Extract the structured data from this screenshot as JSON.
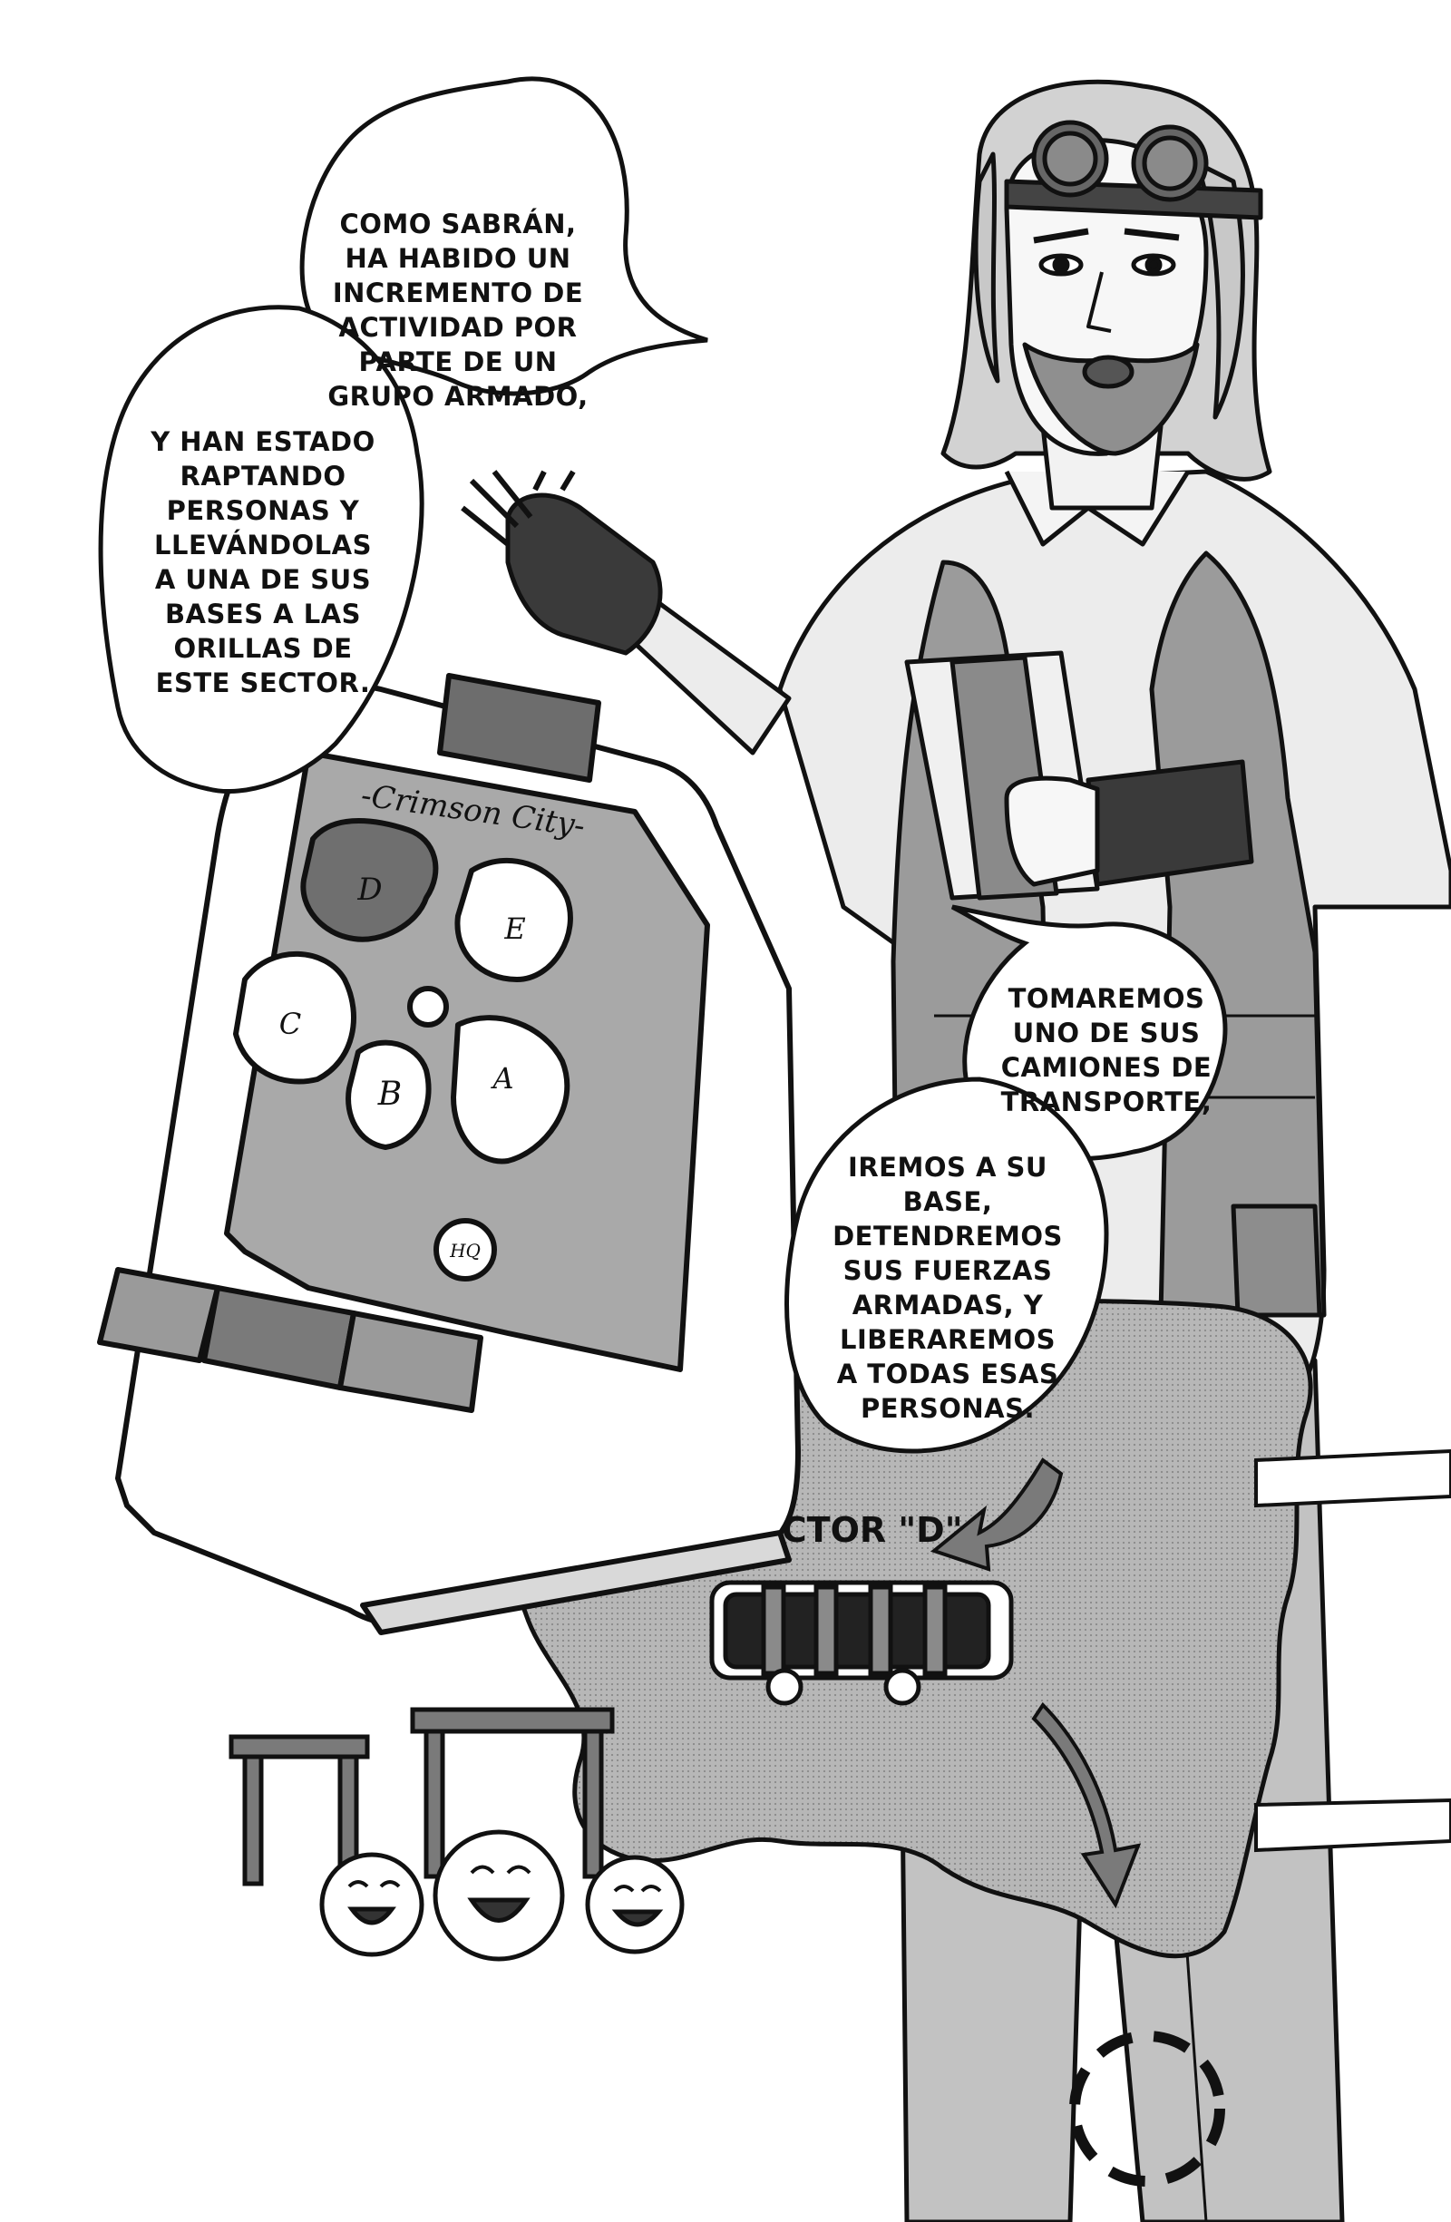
{
  "page": {
    "bubbles": [
      "COMO SABRÁN,\nHA HABIDO UN\nINCREMENTO DE\nACTIVIDAD POR\nPARTE DE UN\nGRUPO ARMADO,",
      "Y HAN ESTADO\nRAPTANDO\nPERSONAS Y\nLLEVÁNDOLAS\nA UNA DE SUS\nBASES A LAS\nORILLAS DE\nESTE SECTOR.",
      "TOMAREMOS\nUNO DE SUS\nCAMIONES DE\nTRANSPORTE,",
      "IREMOS A SU\nBASE,\nDETENDREMOS\nSUS FUERZAS\nARMADAS, Y\nLIBERAREMOS\nA TODAS ESAS\nPERSONAS."
    ]
  },
  "tablet": {
    "title": "-Crimson City-",
    "sectors": [
      "D",
      "E",
      "C",
      "B",
      "A"
    ],
    "hq_label": "HQ"
  },
  "sector_map": {
    "label": "SECTOR \"D\""
  },
  "colors": {
    "ink": "#111111",
    "screentone_dark": "#7a7a7a",
    "screentone_mid": "#a9a9a9",
    "screentone_light": "#d0d0d0",
    "paper": "#ffffff"
  }
}
